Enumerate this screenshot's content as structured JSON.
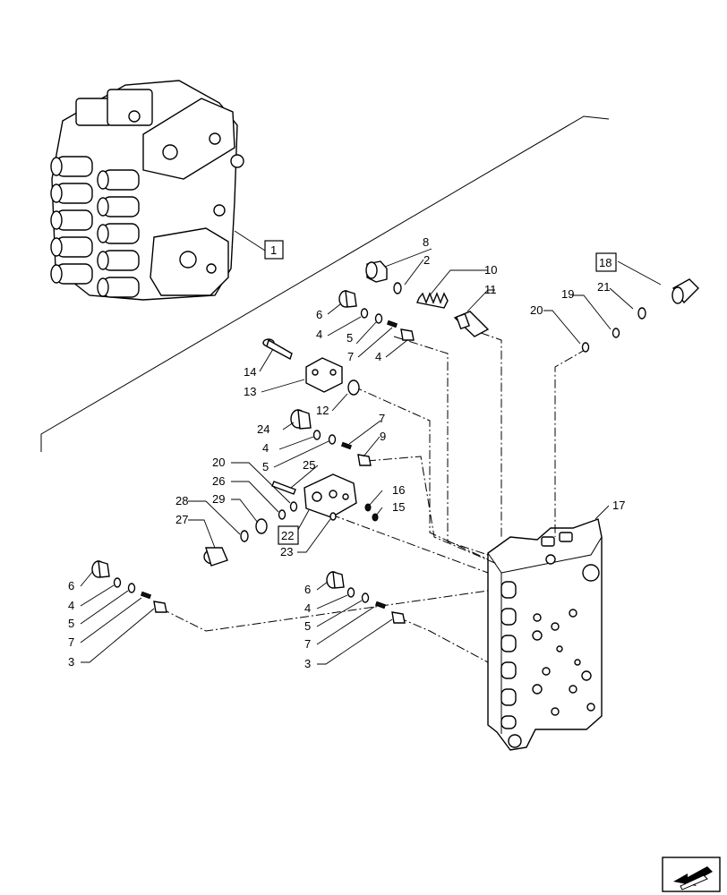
{
  "callouts": {
    "c1": "1",
    "c2": "2",
    "c3a": "3",
    "c3b": "3",
    "c4a": "4",
    "c4b": "4",
    "c4c": "4",
    "c4d": "4",
    "c4e": "4",
    "c5a": "5",
    "c5b": "5",
    "c5c": "5",
    "c5d": "5",
    "c6a": "6",
    "c6b": "6",
    "c6c": "6",
    "c7a": "7",
    "c7b": "7",
    "c7c": "7",
    "c7d": "7",
    "c8": "8",
    "c9": "9",
    "c10": "10",
    "c11": "11",
    "c12": "12",
    "c13": "13",
    "c14": "14",
    "c15": "15",
    "c16": "16",
    "c17": "17",
    "c18": "18",
    "c19": "19",
    "c20a": "20",
    "c20b": "20",
    "c21": "21",
    "c22": "22",
    "c23": "23",
    "c24": "24",
    "c25": "25",
    "c26": "26",
    "c27": "27",
    "c28": "28",
    "c29": "29"
  },
  "icons": {
    "nav": "arrow-nav-icon"
  }
}
